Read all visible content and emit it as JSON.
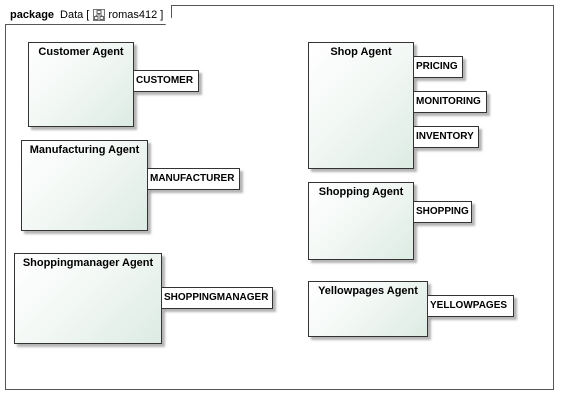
{
  "package": {
    "keyword": "package",
    "name": "Data",
    "bracket_open": "[",
    "diagram_name": "romas412",
    "bracket_close": "]",
    "icon": "diagram-icon"
  },
  "agents": [
    {
      "id": "customer",
      "name": "Customer Agent",
      "roles": [
        "CUSTOMER"
      ]
    },
    {
      "id": "manufacturing",
      "name": "Manufacturing Agent",
      "roles": [
        "MANUFACTURER"
      ]
    },
    {
      "id": "shoppingmanager",
      "name": "Shoppingmanager Agent",
      "roles": [
        "SHOPPINGMANAGER"
      ]
    },
    {
      "id": "shop",
      "name": "Shop Agent",
      "roles": [
        "PRICING",
        "MONITORING",
        "INVENTORY"
      ]
    },
    {
      "id": "shopping",
      "name": "Shopping Agent",
      "roles": [
        "SHOPPING"
      ]
    },
    {
      "id": "yellowpages",
      "name": "Yellowpages Agent",
      "roles": [
        "YELLOWPAGES"
      ]
    }
  ]
}
